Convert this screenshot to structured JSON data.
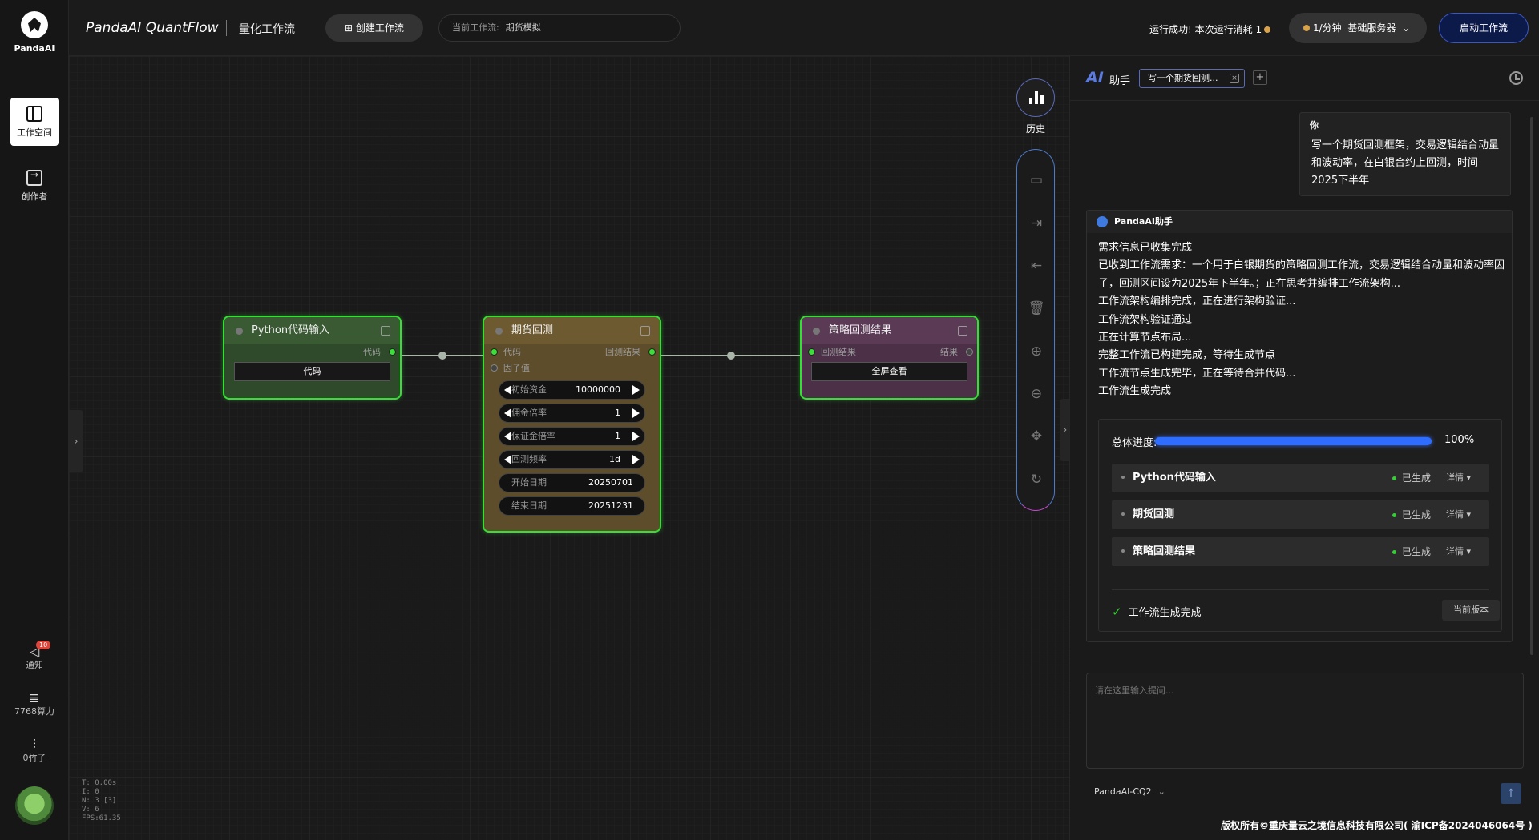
{
  "sidebar": {
    "logo_text": "PandaAI",
    "items": [
      {
        "label": "工作空间"
      },
      {
        "label": "创作者"
      }
    ],
    "notify": {
      "label": "通知",
      "badge": "10"
    },
    "compute": {
      "label": "7768算力"
    },
    "bamboo": {
      "label": "0竹子"
    }
  },
  "topbar": {
    "brand": "PandaAI QuantFlow",
    "subtitle": "量化工作流",
    "create_label": "创建工作流",
    "current_flow_label": "当前工作流:",
    "current_flow_value": "期货模拟",
    "run_status": "运行成功!  本次运行消耗 1",
    "rate": "1/分钟",
    "server": "基础服务器",
    "start_label": "启动工作流"
  },
  "nodes": {
    "python": {
      "title": "Python代码输入",
      "out_port": "代码",
      "button": "代码"
    },
    "backtest": {
      "title": "期货回测",
      "in_ports": [
        "代码",
        "因子值"
      ],
      "out_port": "回测结果",
      "fields": [
        {
          "label": "初始资金",
          "value": "10000000"
        },
        {
          "label": "佣金倍率",
          "value": "1"
        },
        {
          "label": "保证金倍率",
          "value": "1"
        },
        {
          "label": "回测频率",
          "value": "1d"
        },
        {
          "label": "开始日期",
          "value": "20250701"
        },
        {
          "label": "结束日期",
          "value": "20251231"
        }
      ]
    },
    "result": {
      "title": "策略回测结果",
      "in_port": "回测结果",
      "out_port": "结果",
      "button": "全屏查看"
    }
  },
  "toolbar": {
    "history_label": "历史"
  },
  "stats": {
    "t": "T: 0.00s",
    "i": "I: 0",
    "n": "N: 3 [3]",
    "v": "V: 6",
    "fps": "FPS:61.35"
  },
  "assistant": {
    "logo": "AI",
    "title": "助手",
    "tab_label": "写一个期货回测...",
    "user_name": "你",
    "user_message": "写一个期货回测框架，交易逻辑结合动量和波动率，在白银合约上回测，时间2025下半年",
    "bot_name": "PandaAI助手",
    "lines": [
      "需求信息已收集完成",
      "已收到工作流需求：一个用于白银期货的策略回测工作流，交易逻辑结合动量和波动率因子，回测区间设为2025年下半年。；正在思考并编排工作流架构...",
      "工作流架构编排完成，正在进行架构验证...",
      "工作流架构验证通过",
      "正在计算节点布局...",
      "完整工作流已构建完成，等待生成节点",
      "工作流节点生成完毕，正在等待合并代码...",
      "工作流生成完成"
    ],
    "progress_label": "总体进度:",
    "progress_value": 100,
    "progress_text": "100%",
    "node_rows": [
      {
        "name": "Python代码输入",
        "status": "已生成",
        "detail": "详情 ▾"
      },
      {
        "name": "期货回测",
        "status": "已生成",
        "detail": "详情 ▾"
      },
      {
        "name": "策略回测结果",
        "status": "已生成",
        "detail": "详情 ▾"
      }
    ],
    "done_label": "工作流生成完成",
    "version_label": "当前版本",
    "input_placeholder": "请在这里输入提问...",
    "model": "PandaAI-CQ2",
    "footer": "版权所有©重庆量云之境信息科技有限公司( 渝ICP备2024046064号 )"
  },
  "colors": {
    "accent_blue": "#2f6dff",
    "node_border": "#33e033",
    "python_node": "#3a5a33",
    "backtest_node": "#6e5a30",
    "result_node": "#5a3a55"
  }
}
